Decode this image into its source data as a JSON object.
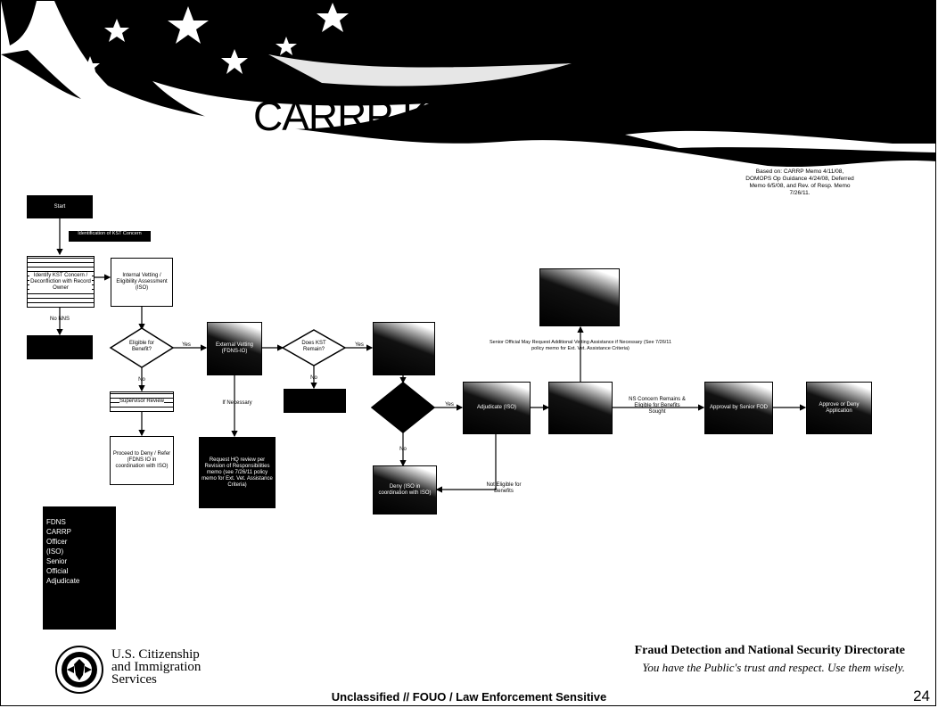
{
  "slide": {
    "title": "CARRP KST Workflow",
    "basis_note": "Based on: CARRP Memo 4/11/08, DOMOPS Op Guidance 4/24/08, Deferred Memo 6/5/08, and Rev. of Resp. Memo 7/26/11.",
    "page_number": "24",
    "classification": "Unclassified // FOUO / Law Enforcement Sensitive"
  },
  "flow": {
    "start": "Start",
    "note_top": "Identification of KST Concern",
    "box_a": "Identify KST Concern / Deconfliction with Record Owner",
    "edge_no_nns": "No NNS",
    "box_end_left": "",
    "box_b": "Internal Vetting / Eligibility Assessment (ISO)",
    "d1": "Eligible for Benefit?",
    "edge_yes_1": "Yes",
    "edge_no_1": "No",
    "box_supervisor": "Supervisor Review",
    "box_deny": "Proceed to Deny / Refer (FDNS IO in coordination with ISO)",
    "box_c": "External Vetting (FDNS-IO)",
    "edge_if_necessary": "If Necessary",
    "box_d": "Request HQ review per Revision of Responsibilities memo (see 7/26/11 policy memo for Ext. Vet. Assistance Criteria)",
    "d2": "Does KST Remain?",
    "edge_yes_2": "Yes",
    "edge_no_2": "No",
    "box_e": "",
    "box_f": "",
    "d3": "",
    "edge_yes_3": "Yes",
    "edge_no_3": "No",
    "box_g": "Adjudicate (ISO)",
    "box_h": "",
    "box_i": "Deny (ISO in coordination with ISO)",
    "edge_not_eligible": "Not Eligible for Benefits",
    "senior_note": "Senior Official May Request Additional Vetting Assistance if Necessary (See 7/26/11 policy memo for Ext. Vet. Assistance Criteria)",
    "box_top": "",
    "edge_ns_concern": "NS Concern Remains & Eligible for Benefits Sought",
    "box_j": "Approval by Senior FOD",
    "box_k": "Approve or Deny Application"
  },
  "legend": {
    "items": [
      "FDNS",
      "CARRP",
      "Officer",
      "(ISO)",
      "Senior",
      "Official",
      "Adjudicate"
    ]
  },
  "footer": {
    "agency_line1": "U.S. Citizenship",
    "agency_line2": "and Immigration",
    "agency_line3": "Services",
    "directorate": "Fraud Detection and National Security Directorate",
    "tagline": "You have the Public's trust and respect. Use them wisely."
  }
}
